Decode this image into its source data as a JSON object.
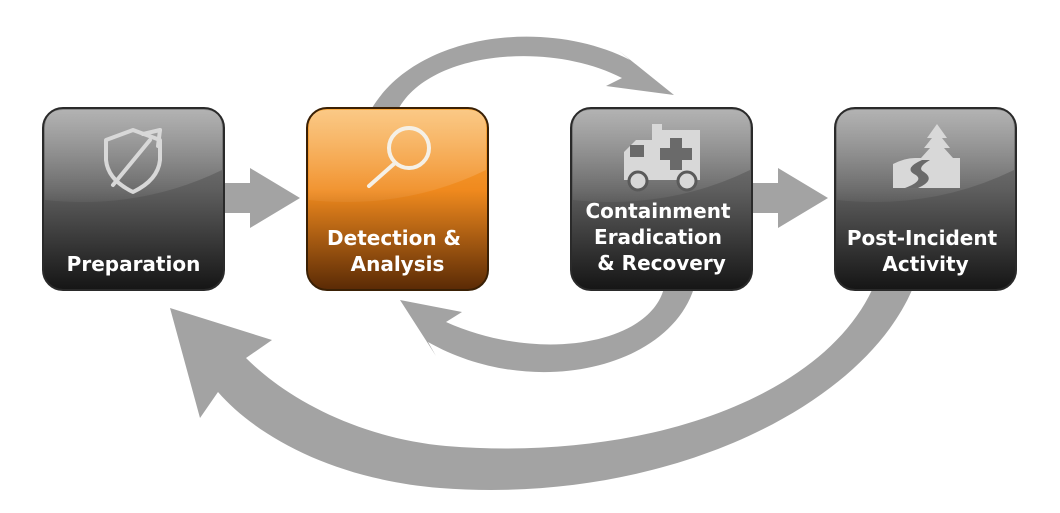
{
  "phases": [
    {
      "label_lines": [
        "Preparation"
      ],
      "icon": "shield-syringe-icon",
      "highlighted": false
    },
    {
      "label_lines": [
        "Detection &",
        "Analysis"
      ],
      "icon": "magnifier-icon",
      "highlighted": true
    },
    {
      "label_lines": [
        "Containment",
        "Eradication",
        "& Recovery"
      ],
      "icon": "ambulance-icon",
      "highlighted": false
    },
    {
      "label_lines": [
        "Post-Incident",
        "Activity"
      ],
      "icon": "road-tree-icon",
      "highlighted": false
    }
  ],
  "colors": {
    "box_gray_top": "#7a7a7a",
    "box_gray_bottom": "#1c1c1c",
    "box_orange_top": "#f7a030",
    "box_orange_bottom": "#a04c0a",
    "arrow": "#a3a3a3",
    "label": "#ffffff"
  }
}
